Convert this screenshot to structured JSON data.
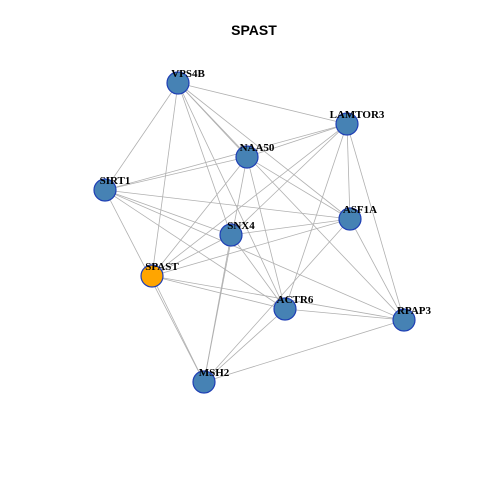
{
  "title": "SPAST",
  "colors": {
    "edge": "#b0b0b0",
    "node_fill": "#4682b4",
    "node_stroke": "#1f3fb5",
    "focus_fill": "#ffa500",
    "focus_stroke": "#1f3fb5"
  },
  "nodes": [
    {
      "id": "VPS4B",
      "label": "VPS4B",
      "focus": false
    },
    {
      "id": "LAMTOR3",
      "label": "LAMTOR3",
      "focus": false
    },
    {
      "id": "NAA50",
      "label": "NAA50",
      "focus": false
    },
    {
      "id": "SIRT1",
      "label": "SIRT1",
      "focus": false
    },
    {
      "id": "ASF1A",
      "label": "ASF1A",
      "focus": false
    },
    {
      "id": "SNX4",
      "label": "SNX4",
      "focus": false
    },
    {
      "id": "SPAST",
      "label": "SPAST",
      "focus": true
    },
    {
      "id": "ACTR6",
      "label": "ACTR6",
      "focus": false
    },
    {
      "id": "RPAP3",
      "label": "RPAP3",
      "focus": false
    },
    {
      "id": "MSH2",
      "label": "MSH2",
      "focus": false
    }
  ],
  "edges": [
    [
      "VPS4B",
      "LAMTOR3"
    ],
    [
      "VPS4B",
      "NAA50"
    ],
    [
      "VPS4B",
      "SIRT1"
    ],
    [
      "VPS4B",
      "ASF1A"
    ],
    [
      "VPS4B",
      "SNX4"
    ],
    [
      "VPS4B",
      "SPAST"
    ],
    [
      "VPS4B",
      "ACTR6"
    ],
    [
      "VPS4B",
      "RPAP3"
    ],
    [
      "LAMTOR3",
      "NAA50"
    ],
    [
      "LAMTOR3",
      "SIRT1"
    ],
    [
      "LAMTOR3",
      "ASF1A"
    ],
    [
      "LAMTOR3",
      "SNX4"
    ],
    [
      "LAMTOR3",
      "SPAST"
    ],
    [
      "LAMTOR3",
      "ACTR6"
    ],
    [
      "LAMTOR3",
      "RPAP3"
    ],
    [
      "NAA50",
      "SIRT1"
    ],
    [
      "NAA50",
      "ASF1A"
    ],
    [
      "NAA50",
      "SPAST"
    ],
    [
      "NAA50",
      "ACTR6"
    ],
    [
      "NAA50",
      "MSH2"
    ],
    [
      "SIRT1",
      "ASF1A"
    ],
    [
      "SIRT1",
      "SNX4"
    ],
    [
      "SIRT1",
      "ACTR6"
    ],
    [
      "SIRT1",
      "RPAP3"
    ],
    [
      "SIRT1",
      "MSH2"
    ],
    [
      "ASF1A",
      "SNX4"
    ],
    [
      "ASF1A",
      "SPAST"
    ],
    [
      "ASF1A",
      "RPAP3"
    ],
    [
      "ASF1A",
      "MSH2"
    ],
    [
      "SNX4",
      "SPAST"
    ],
    [
      "SNX4",
      "ACTR6"
    ],
    [
      "SNX4",
      "MSH2"
    ],
    [
      "SPAST",
      "ACTR6"
    ],
    [
      "SPAST",
      "RPAP3"
    ],
    [
      "SPAST",
      "MSH2"
    ],
    [
      "ACTR6",
      "RPAP3"
    ],
    [
      "ACTR6",
      "MSH2"
    ],
    [
      "RPAP3",
      "MSH2"
    ]
  ]
}
